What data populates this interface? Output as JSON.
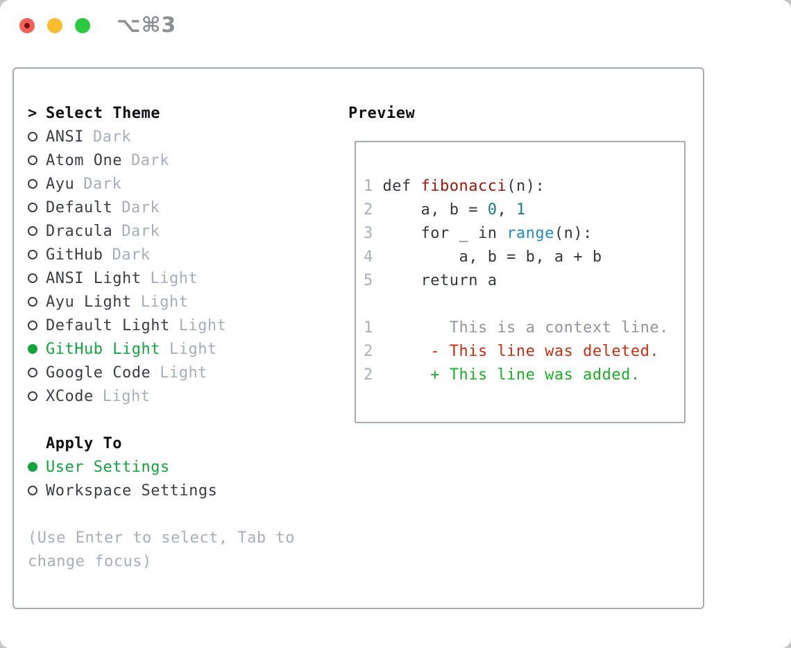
{
  "window": {
    "title": "⌥⌘3",
    "traffic_lights": [
      "close",
      "minimize",
      "zoom"
    ]
  },
  "theme_panel": {
    "cursor": ">",
    "select_label": "Select Theme",
    "themes": [
      {
        "name": "ANSI",
        "tag": "Dark",
        "selected": false
      },
      {
        "name": "Atom One",
        "tag": "Dark",
        "selected": false
      },
      {
        "name": "Ayu",
        "tag": "Dark",
        "selected": false
      },
      {
        "name": "Default",
        "tag": "Dark",
        "selected": false
      },
      {
        "name": "Dracula",
        "tag": "Dark",
        "selected": false
      },
      {
        "name": "GitHub",
        "tag": "Dark",
        "selected": false
      },
      {
        "name": "ANSI Light",
        "tag": "Light",
        "selected": false
      },
      {
        "name": "Ayu Light",
        "tag": "Light",
        "selected": false
      },
      {
        "name": "Default Light",
        "tag": "Light",
        "selected": false
      },
      {
        "name": "GitHub Light",
        "tag": "Light",
        "selected": true
      },
      {
        "name": "Google Code",
        "tag": "Light",
        "selected": false
      },
      {
        "name": "XCode",
        "tag": "Light",
        "selected": false
      }
    ],
    "apply_to": {
      "label": "Apply To",
      "options": [
        {
          "name": "User Settings",
          "selected": true
        },
        {
          "name": "Workspace Settings",
          "selected": false
        }
      ]
    },
    "hint_line1": "(Use Enter to select, Tab to",
    "hint_line2": "change focus)"
  },
  "preview": {
    "title": "Preview",
    "lines": [
      [
        [
          "ln",
          "1 "
        ],
        [
          "code",
          "def "
        ],
        [
          "func",
          "fibonacci"
        ],
        [
          "code",
          "(n):"
        ]
      ],
      [
        [
          "ln",
          "2 "
        ],
        [
          "code",
          "    a, b = "
        ],
        [
          "num",
          "0"
        ],
        [
          "code",
          ", "
        ],
        [
          "num",
          "1"
        ]
      ],
      [
        [
          "ln",
          "3 "
        ],
        [
          "code",
          "    for _ in "
        ],
        [
          "builtin",
          "range"
        ],
        [
          "code",
          "(n):"
        ]
      ],
      [
        [
          "ln",
          "4 "
        ],
        [
          "code",
          "        a, b = b, a + b"
        ]
      ],
      [
        [
          "ln",
          "5 "
        ],
        [
          "code",
          "    return a"
        ]
      ],
      [],
      [
        [
          "ln",
          "1 "
        ],
        [
          "ctx",
          "       This is a context line."
        ]
      ],
      [
        [
          "ln",
          "2 "
        ],
        [
          "del",
          "     - This line was deleted."
        ]
      ],
      [
        [
          "ln",
          "2 "
        ],
        [
          "add",
          "     + This line was added."
        ]
      ]
    ]
  },
  "colors": {
    "panel_border": "#a4abb7",
    "text_black": "#101216",
    "text_dark": "#393e46",
    "muted": "#a6aebb",
    "hint": "#a6aebb",
    "green": "#12a53c",
    "title_gray": "#8c8f94",
    "line_number": "#a6aebb",
    "code_default": "#33383f",
    "func_red": "#a51408",
    "num_teal": "#0e7d89",
    "builtin_blue": "#1e8dc9",
    "ctx_gray": "#8f969f",
    "del_red": "#c92d12",
    "add_green": "#17b322",
    "tl_red": "#f4605a",
    "tl_red_dot": "#7c130c",
    "tl_yellow": "#fbbd2d",
    "tl_green": "#2cc83f"
  }
}
